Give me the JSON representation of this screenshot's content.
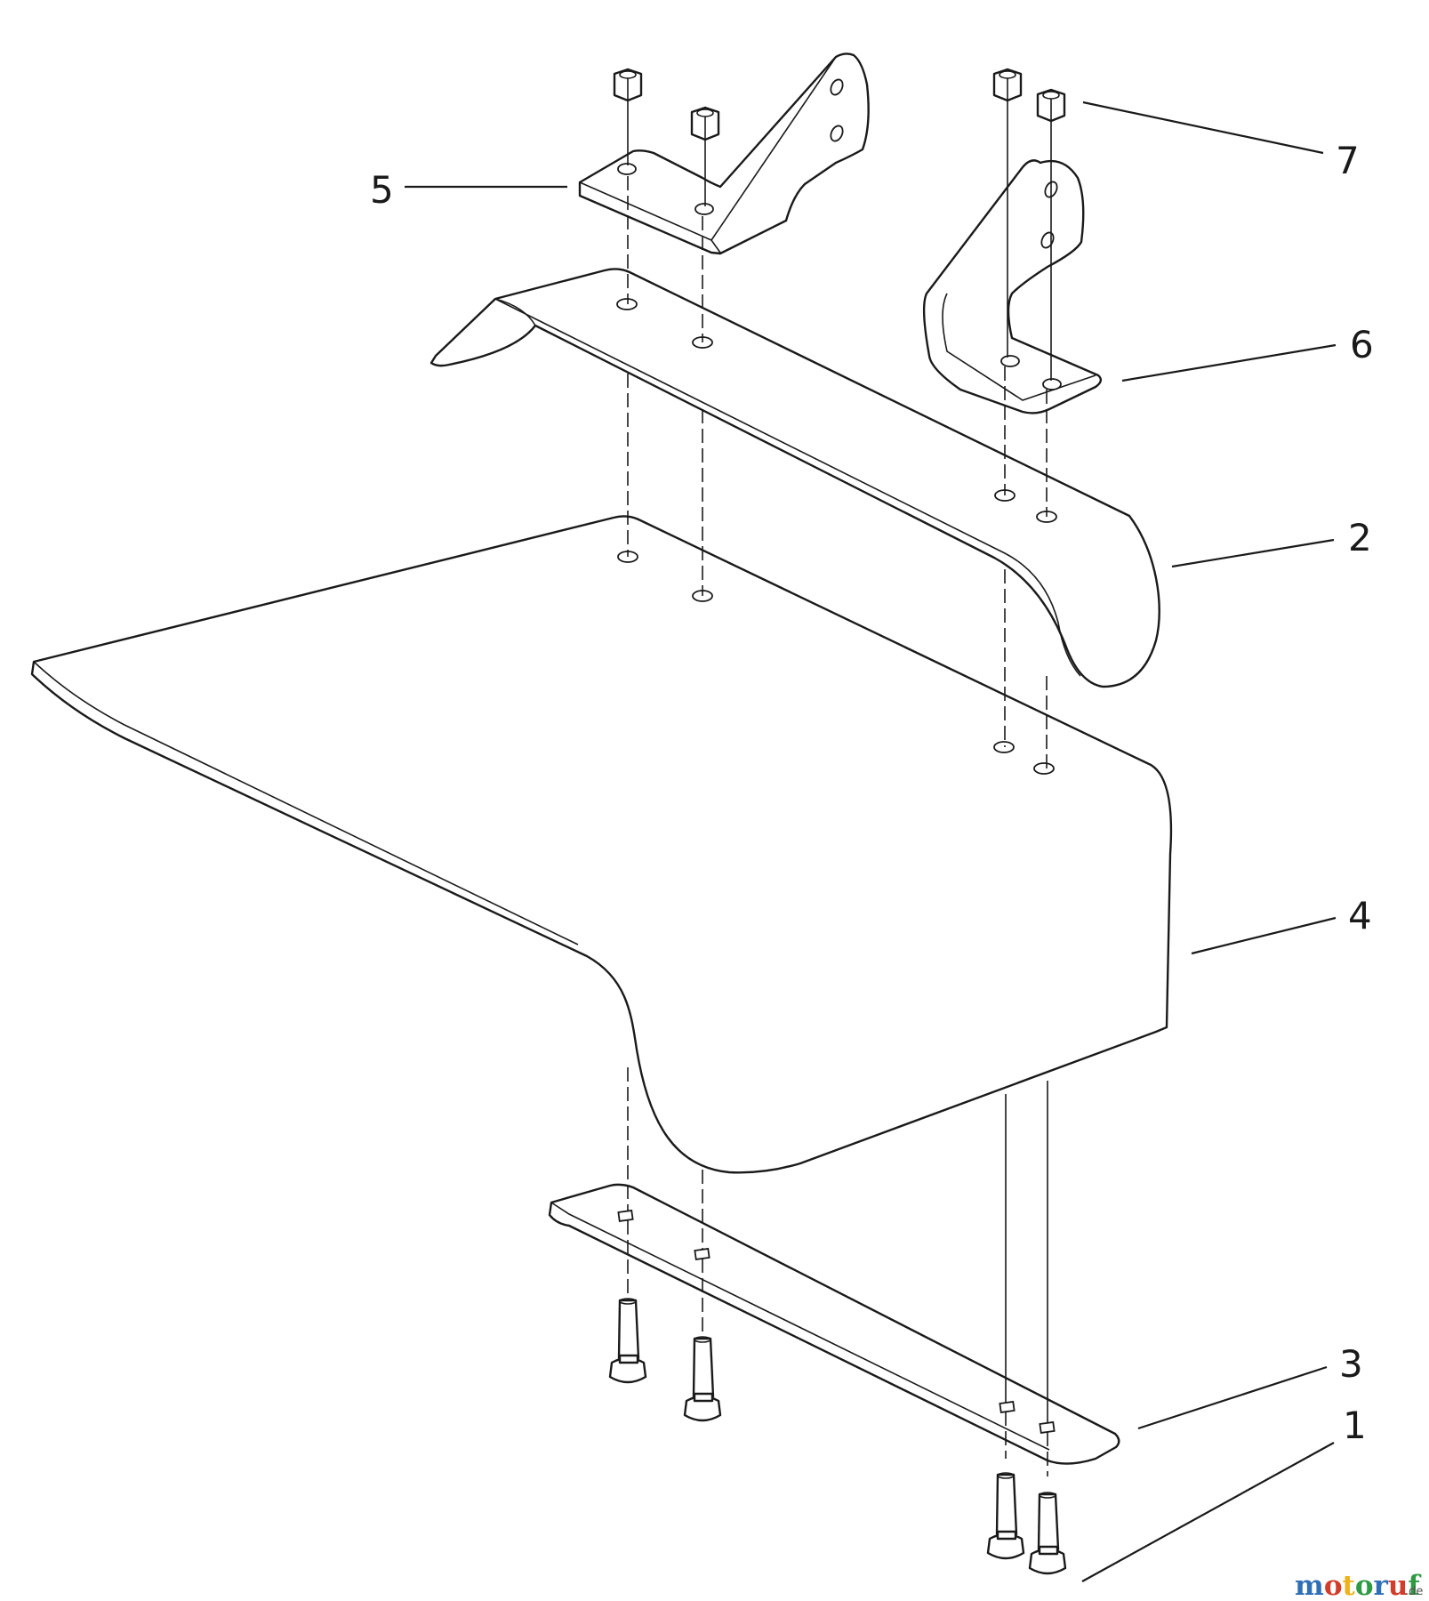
{
  "callouts": [
    {
      "id": "label-5",
      "text": "5"
    },
    {
      "id": "label-7",
      "text": "7"
    },
    {
      "id": "label-6",
      "text": "6"
    },
    {
      "id": "label-2",
      "text": "2"
    },
    {
      "id": "label-4",
      "text": "4"
    },
    {
      "id": "label-3",
      "text": "3"
    },
    {
      "id": "label-1",
      "text": "1"
    }
  ],
  "watermark": {
    "letters": [
      "m",
      "o",
      "t",
      "o",
      "r",
      "u",
      "f"
    ],
    "letter_colors": [
      "#2f6fb6",
      "#d23c2b",
      "#f0b21a",
      "#2e9a44",
      "#2f6fb6",
      "#d23c2b",
      "#2e9a44"
    ],
    "suffix": ".de"
  }
}
